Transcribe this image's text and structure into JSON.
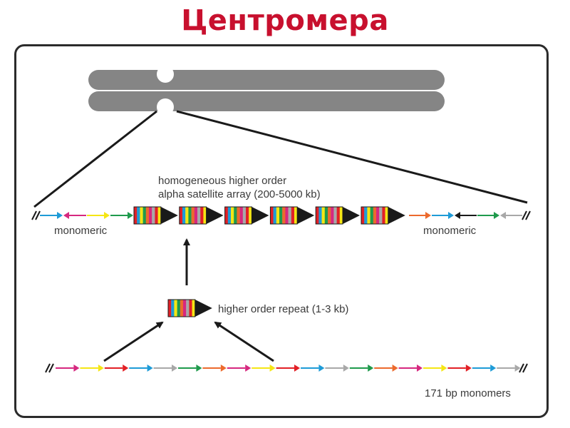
{
  "title": "Центромера",
  "labels": {
    "array_line1": "homogeneous higher order",
    "array_line2": "alpha satellite array (200-5000 kb)",
    "monomeric_left": "monomeric",
    "monomeric_right": "monomeric",
    "hor": "higher order repeat (1-3 kb)",
    "monomers": "171 bp monomers"
  },
  "colors": {
    "title": "#c8102e",
    "chromosome": "#858585",
    "hor_arrow": "#1a1a1a",
    "monomer_palette": [
      "#1e9bd7",
      "#d6287f",
      "#f5e614",
      "#1f9a4c",
      "#ec6a2d",
      "#a8a8a8",
      "#e22026",
      "#6d3a8c",
      "#1a1a1a"
    ]
  },
  "monomer_units_left": [
    "#1e9bd7",
    "#d6287f",
    "#f5e614",
    "#1f9a4c"
  ],
  "monomer_units_right": [
    "#ec6a2d",
    "#1e9bd7",
    "#1a1a1a",
    "#1f9a4c",
    "#a8a8a8"
  ],
  "hor_stripe_colors": [
    "#e22026",
    "#1e9bd7",
    "#f5e614",
    "#1f9a4c",
    "#ec6a2d",
    "#d6287f",
    "#a8a8a8",
    "#e22026",
    "#f5e614"
  ],
  "hor_repeat_count": 6,
  "monomer_chain_colors": [
    "#d6287f",
    "#f5e614",
    "#e22026",
    "#1e9bd7",
    "#a8a8a8",
    "#1f9a4c",
    "#ec6a2d",
    "#d6287f",
    "#f5e614",
    "#e22026",
    "#1e9bd7",
    "#a8a8a8",
    "#1f9a4c",
    "#ec6a2d",
    "#d6287f",
    "#f5e614",
    "#e22026",
    "#1e9bd7",
    "#a8a8a8"
  ]
}
